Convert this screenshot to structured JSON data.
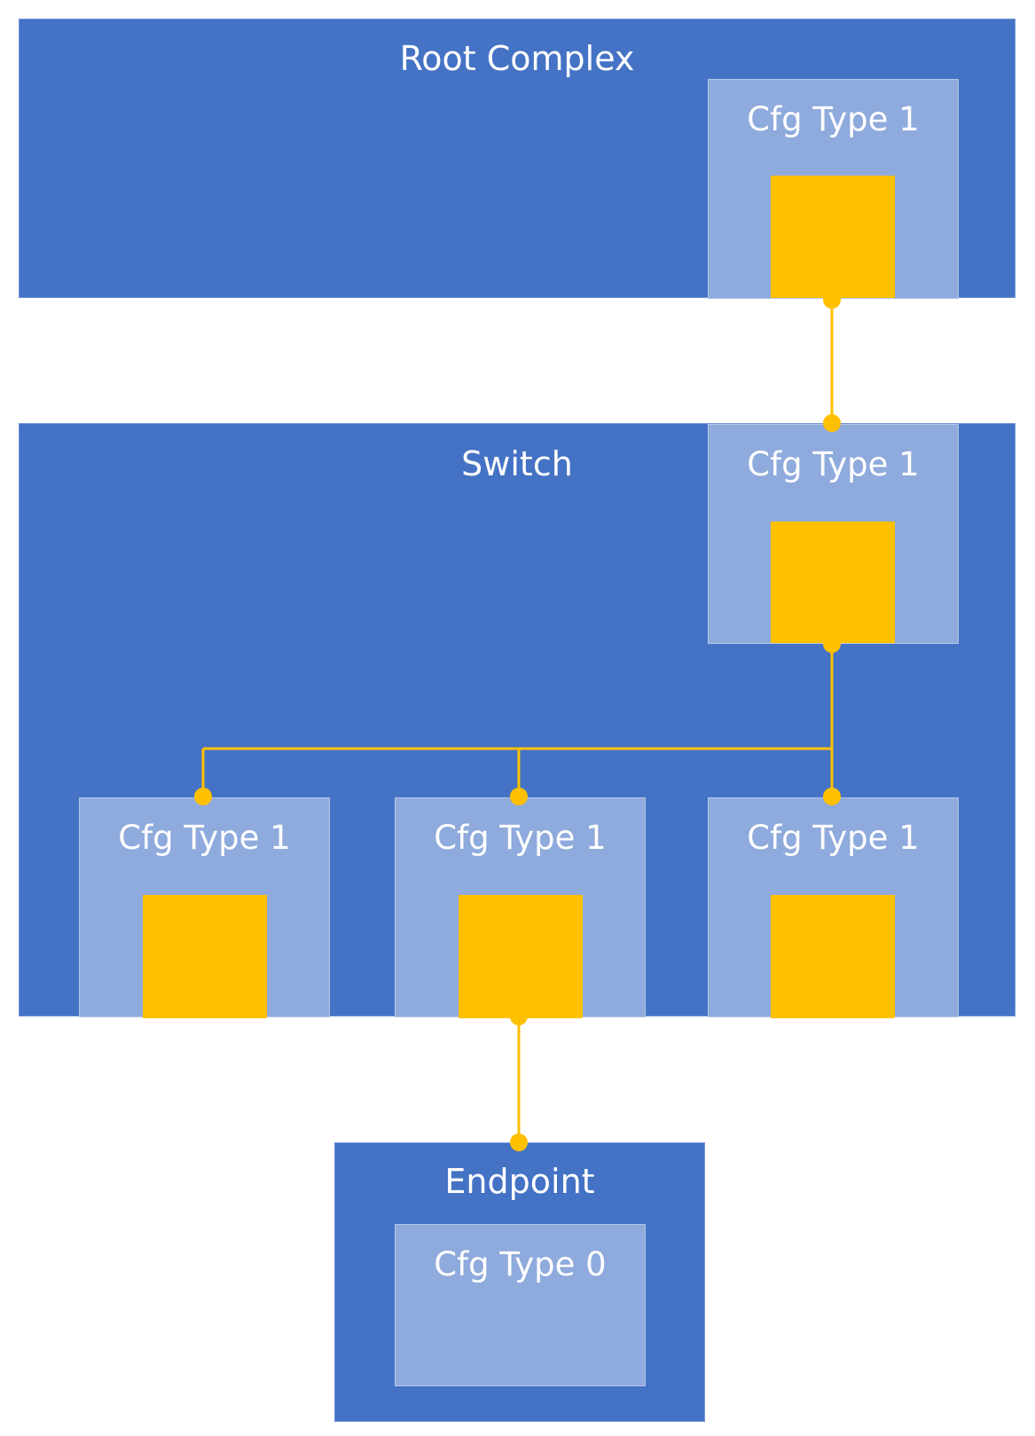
{
  "colors": {
    "block_fill": "#4472c4",
    "cfg_fill": "#8faadc",
    "port_fill": "#ffc000",
    "connector": "#ffc000",
    "text": "#ffffff"
  },
  "root_complex": {
    "title": "Root Complex",
    "cfg_label": "Cfg Type 1"
  },
  "switch": {
    "title": "Switch",
    "upstream_cfg_label": "Cfg Type 1",
    "downstream": [
      {
        "cfg_label": "Cfg Type 1"
      },
      {
        "cfg_label": "Cfg Type 1"
      },
      {
        "cfg_label": "Cfg Type 1"
      }
    ]
  },
  "endpoint": {
    "title": "Endpoint",
    "cfg_label": "Cfg Type 0"
  }
}
